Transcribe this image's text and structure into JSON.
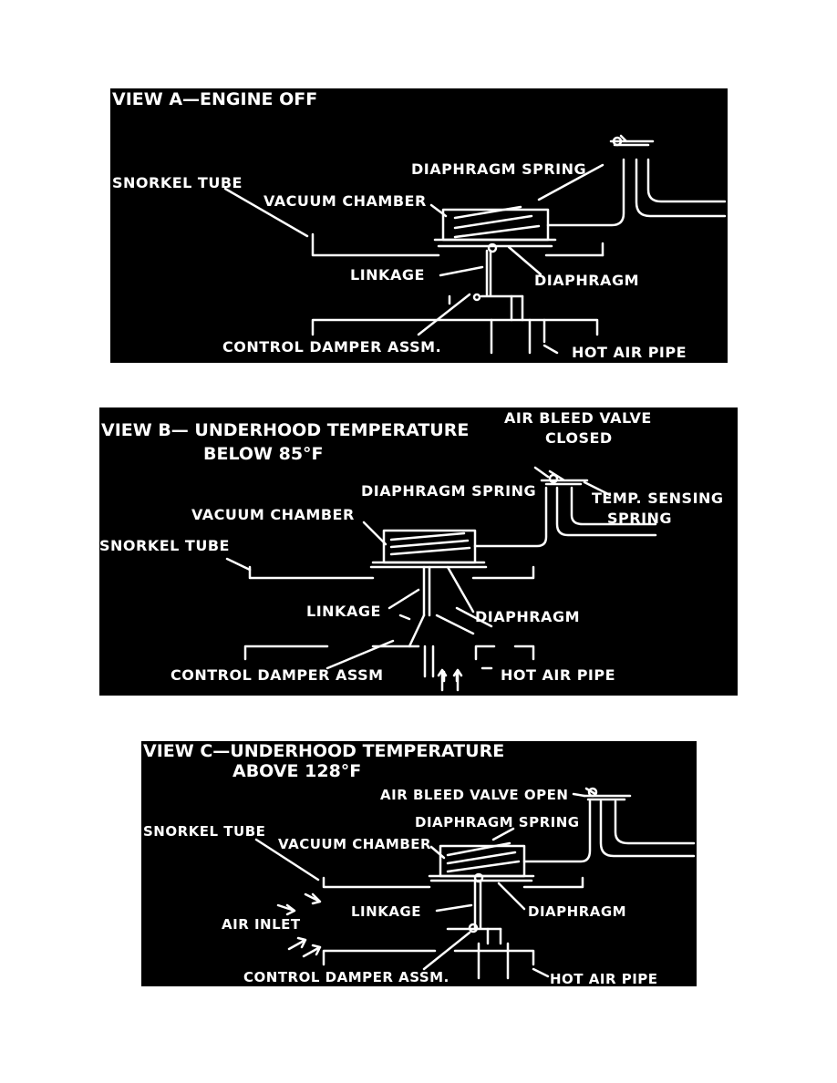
{
  "view_a": {
    "title": "VIEW A—ENGINE OFF",
    "labels": {
      "snorkel_tube": "SNORKEL TUBE",
      "vacuum_chamber": "VACUUM CHAMBER",
      "diaphragm_spring": "DIAPHRAGM SPRING",
      "linkage": "LINKAGE",
      "diaphragm": "DIAPHRAGM",
      "control_damper": "CONTROL DAMPER ASSM.",
      "hot_air_pipe": "HOT AIR PIPE"
    }
  },
  "view_b": {
    "title_line1": "VIEW B— UNDERHOOD TEMPERATURE",
    "title_line2": "BELOW 85°F",
    "labels": {
      "air_bleed_valve_line1": "AIR BLEED VALVE",
      "air_bleed_valve_line2": "CLOSED",
      "temp_sensing_line1": "TEMP. SENSING",
      "temp_sensing_line2": "SPRING",
      "diaphragm_spring": "DIAPHRAGM SPRING",
      "vacuum_chamber": "VACUUM CHAMBER",
      "snorkel_tube": "SNORKEL TUBE",
      "linkage": "LINKAGE",
      "diaphragm": "DIAPHRAGM",
      "control_damper": "CONTROL DAMPER ASSM",
      "hot_air_pipe": "HOT AIR PIPE"
    }
  },
  "view_c": {
    "title_line1": "VIEW C—UNDERHOOD TEMPERATURE",
    "title_line2": "ABOVE 128°F",
    "labels": {
      "air_bleed_valve": "AIR BLEED VALVE OPEN",
      "diaphragm_spring": "DIAPHRAGM SPRING",
      "snorkel_tube": "SNORKEL TUBE",
      "vacuum_chamber": "VACUUM CHAMBER",
      "linkage": "LINKAGE",
      "diaphragm": "DIAPHRAGM",
      "air_inlet": "AIR INLET",
      "control_damper": "CONTROL DAMPER ASSM.",
      "hot_air_pipe": "HOT AIR PIPE"
    }
  }
}
